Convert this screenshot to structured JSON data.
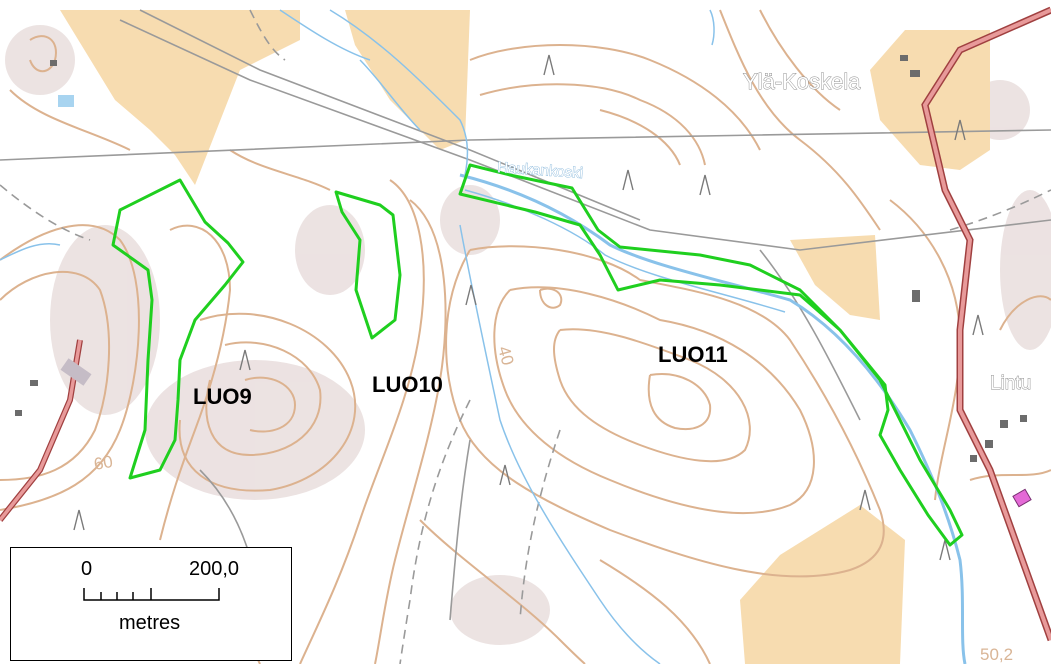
{
  "areas": [
    {
      "id": "luo9",
      "label": "LUO9"
    },
    {
      "id": "luo10",
      "label": "LUO10"
    },
    {
      "id": "luo11",
      "label": "LUO11"
    }
  ],
  "place_names": {
    "yla_koskela": "Ylä-Koskela",
    "lintu": "Lintu"
  },
  "water_names": {
    "haukankoski": "Haukankoski"
  },
  "contour_labels": {
    "c60": "60",
    "c40": "40",
    "c50": "50,2"
  },
  "scale_bar": {
    "zero": "0",
    "max": "200,0",
    "unit": "metres"
  },
  "colors": {
    "boundary": "#1fcf1f",
    "field": "#f7dcb0",
    "contour": "#dcb28f",
    "water": "#89c2ea",
    "road": "#d96d6d"
  }
}
